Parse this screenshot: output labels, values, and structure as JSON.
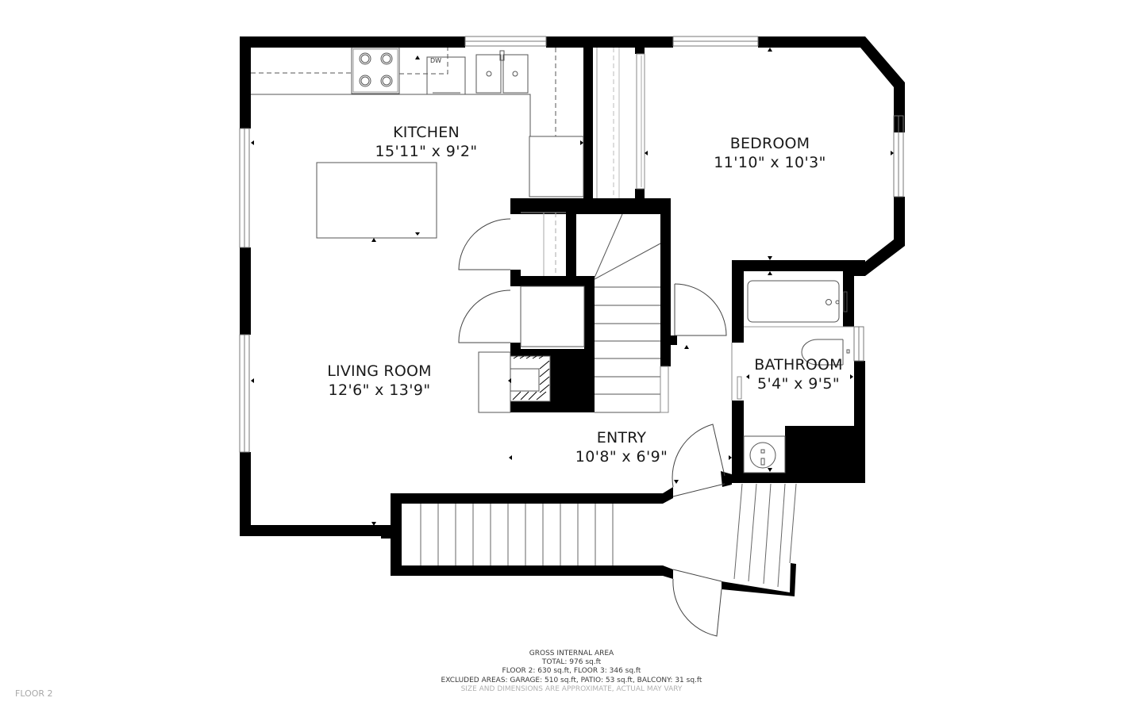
{
  "floor_label": "FLOOR 2",
  "rooms": [
    {
      "name": "KITCHEN",
      "dimensions": "15'11\" x 9'2\""
    },
    {
      "name": "BEDROOM",
      "dimensions": "11'10\" x 10'3\""
    },
    {
      "name": "LIVING ROOM",
      "dimensions": "12'6\" x 13'9\""
    },
    {
      "name": "BATHROOM",
      "dimensions": "5'4\" x 9'5\""
    },
    {
      "name": "ENTRY",
      "dimensions": "10'8\" x 6'9\""
    }
  ],
  "appliances": {
    "dishwasher_label": "DW"
  },
  "summary": {
    "title": "GROSS INTERNAL AREA",
    "total": "TOTAL: 976 sq.ft",
    "floors": "FLOOR 2: 630 sq.ft, FLOOR 3: 346 sq.ft",
    "excluded": "EXCLUDED AREAS: GARAGE: 510 sq.ft, PATIO: 53 sq.ft, BALCONY: 31 sq.ft",
    "disclaimer": "SIZE AND DIMENSIONS ARE APPROXIMATE, ACTUAL MAY VARY"
  },
  "colors": {
    "wall": "#000000",
    "line": "#555555",
    "background": "#ffffff",
    "disclaimer": "#b0b0b0"
  }
}
